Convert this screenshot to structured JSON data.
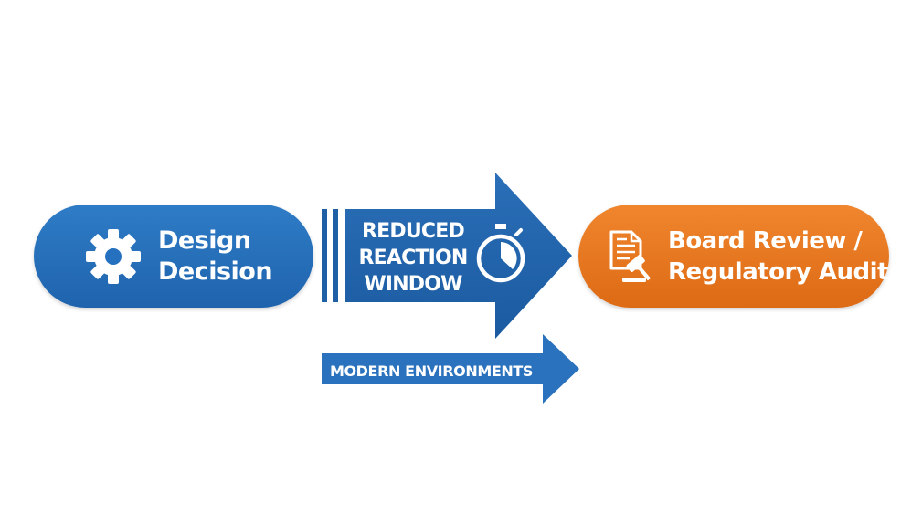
{
  "diagram": {
    "step_one": {
      "icon": "gear-icon",
      "lines": [
        "Design",
        "Decision"
      ],
      "color": "#2a72bd"
    },
    "main_arrow": {
      "icon": "stopwatch-icon",
      "lines": [
        "REDUCED",
        "REACTION",
        "WINDOW"
      ],
      "color": "#1f5fa6"
    },
    "secondary_arrow": {
      "label": "MODERN ENVIRONMENTS",
      "color": "#2a72bd"
    },
    "step_two": {
      "icon": "document-gavel-icon",
      "lines": [
        "Board Review /",
        "Regulatory Audit"
      ],
      "color": "#e8761f"
    }
  }
}
